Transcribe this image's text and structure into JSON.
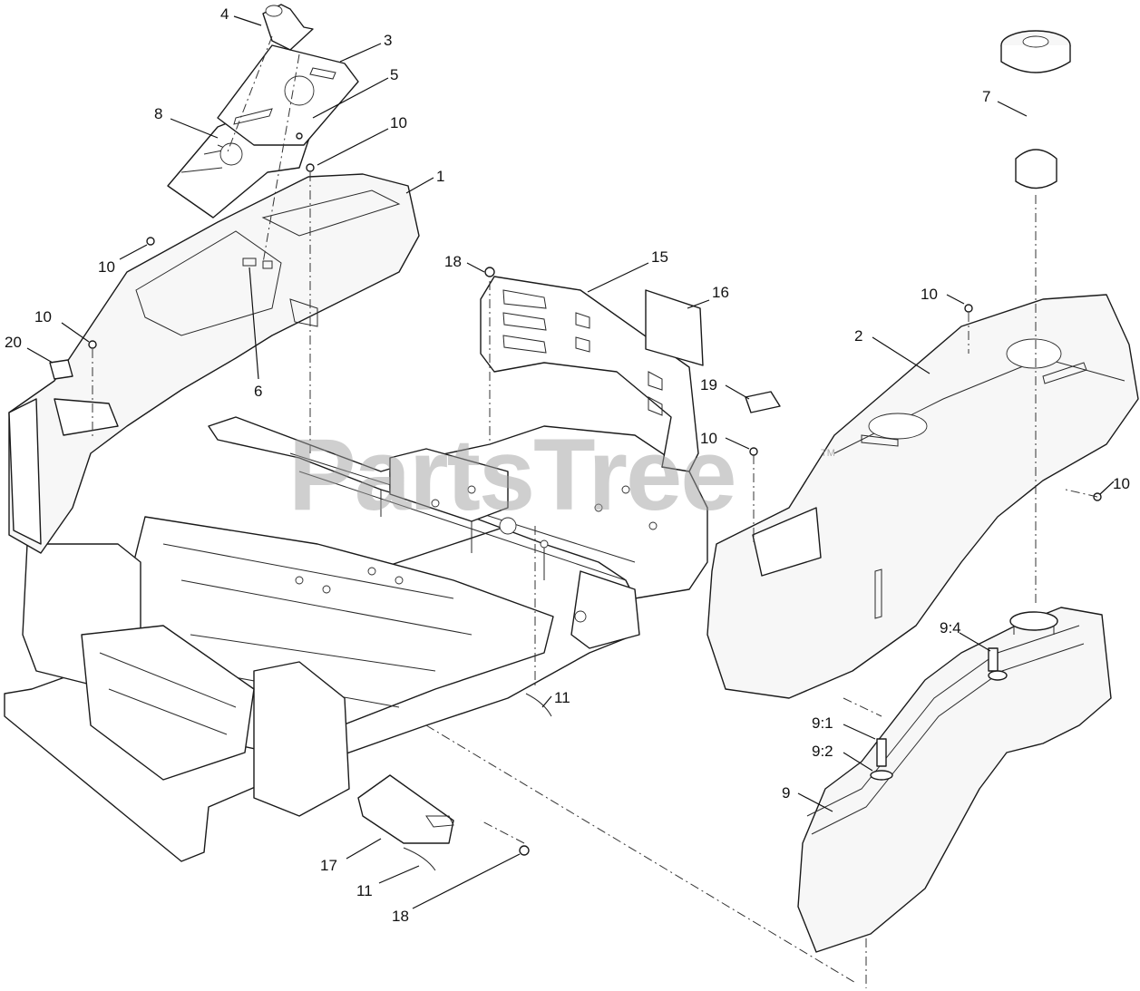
{
  "watermark": {
    "text": "PartsTree",
    "trademark": "TM"
  },
  "callouts": {
    "c1": "1",
    "c2": "2",
    "c3": "3",
    "c4": "4",
    "c5": "5",
    "c6": "6",
    "c7": "7",
    "c8": "8",
    "c9": "9",
    "c9_1": "9:1",
    "c9_2": "9:2",
    "c9_4": "9:4",
    "c10a": "10",
    "c10b": "10",
    "c10c": "10",
    "c10d": "10",
    "c10e": "10",
    "c10f": "10",
    "c11a": "11",
    "c11b": "11",
    "c15": "15",
    "c16": "16",
    "c17": "17",
    "c18a": "18",
    "c18b": "18",
    "c19": "19",
    "c20": "20"
  }
}
